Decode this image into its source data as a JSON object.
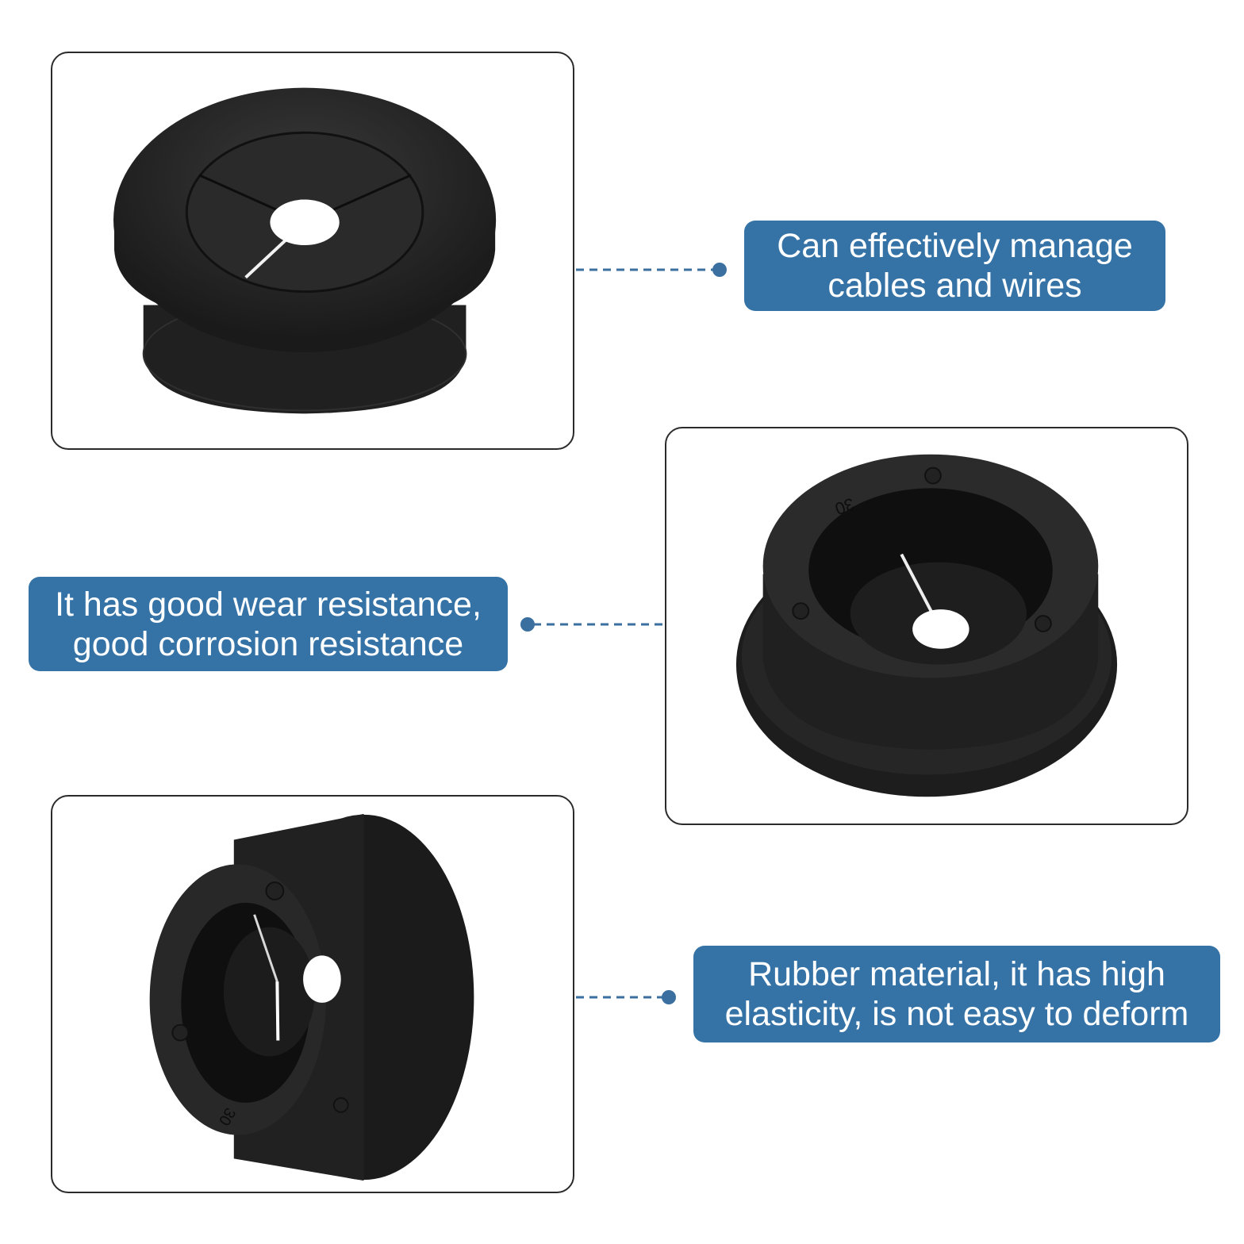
{
  "colors": {
    "callout_bg": "#3573a7",
    "connector": "#3a6f9f",
    "panel_border": "#2b2b2b",
    "rubber_dark": "#1b1b1b",
    "rubber_mid": "#262626"
  },
  "features": [
    {
      "line1": "Can effectively manage",
      "line2": "cables and wires"
    },
    {
      "line1": "It has good wear resistance,",
      "line2": "good corrosion resistance"
    },
    {
      "line1": "Rubber material,  it has high",
      "line2": "elasticity, is not easy to deform"
    }
  ],
  "grommet_marking": "30",
  "images": [
    {
      "icon": "rubber-grommet-top-view-icon"
    },
    {
      "icon": "rubber-grommet-angled-view-icon"
    },
    {
      "icon": "rubber-grommet-side-view-icon"
    }
  ]
}
